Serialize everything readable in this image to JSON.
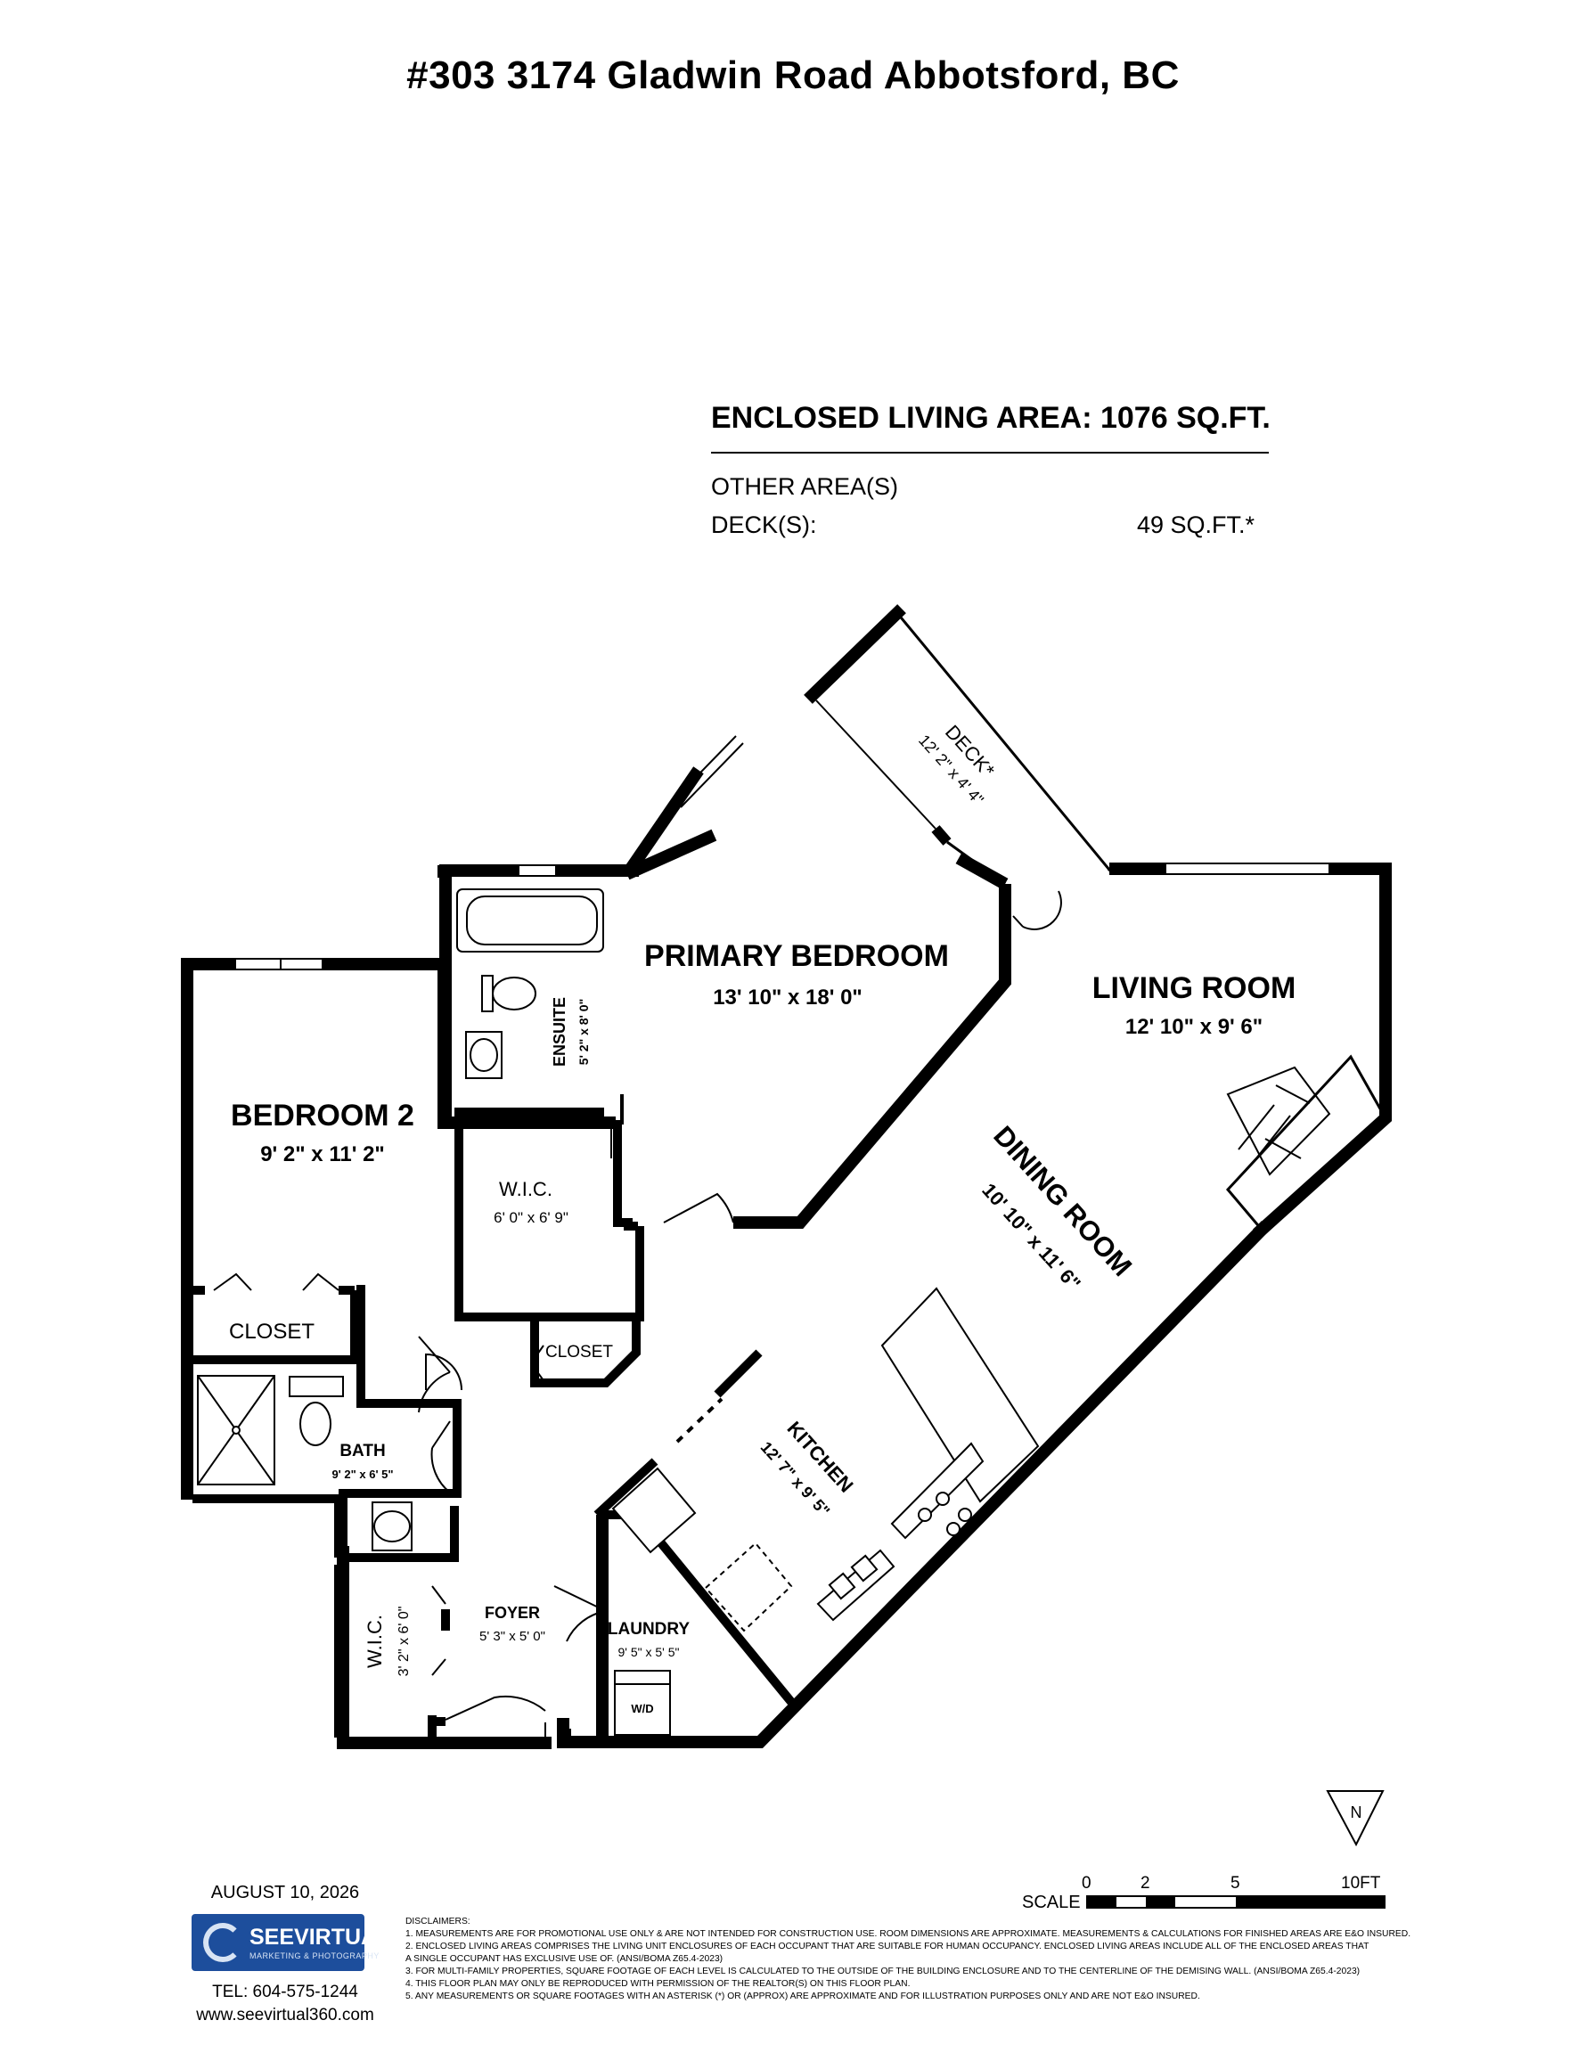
{
  "title": "#303 3174 Gladwin Road Abbotsford, BC",
  "areas": {
    "enclosed": "ENCLOSED LIVING AREA: 1076 SQ.FT.",
    "other_heading": "OTHER AREA(S)",
    "deck_label": "DECK(S):",
    "deck_value": "49 SQ.FT.*"
  },
  "rooms": {
    "primary_bedroom": {
      "name": "PRIMARY BEDROOM",
      "dims": "13' 10\" x 18' 0\""
    },
    "living_room": {
      "name": "LIVING ROOM",
      "dims": "12' 10\" x 9' 6\""
    },
    "bedroom2": {
      "name": "BEDROOM 2",
      "dims": "9' 2\" x 11' 2\""
    },
    "dining_room": {
      "name": "DINING ROOM",
      "dims": "10' 10\" x 11' 6\""
    },
    "kitchen": {
      "name": "KITCHEN",
      "dims": "12' 7\" x 9' 5\""
    },
    "ensuite": {
      "name": "ENSUITE",
      "dims": "5' 2\" x 8' 0\""
    },
    "wic_primary": {
      "name": "W.I.C.",
      "dims": "6' 0\" x 6' 9\""
    },
    "wic_foyer": {
      "name": "W.I.C.",
      "dims": "3' 2\" x 6' 0\""
    },
    "closet_bedroom2": {
      "name": "CLOSET"
    },
    "closet_hall": {
      "name": "CLOSET"
    },
    "bath": {
      "name": "BATH",
      "dims": "9' 2\" x 6' 5\""
    },
    "foyer": {
      "name": "FOYER",
      "dims": "5' 3\" x 5' 0\""
    },
    "laundry": {
      "name": "LAUNDRY",
      "dims": "9' 5\" x 5' 5\""
    },
    "deck": {
      "name": "DECK*",
      "dims": "12' 2\" x 4' 4\""
    },
    "washer_dryer": "W/D"
  },
  "north_label": "N",
  "scale": {
    "label": "SCALE",
    "ticks": [
      "0",
      "2",
      "5",
      "10FT"
    ]
  },
  "footer": {
    "date": "AUGUST 10, 2026",
    "logo_name": "SEEVIRTUAL",
    "logo_sub": "MARKETING & PHOTOGRAPHY",
    "tel": "TEL: 604-575-1244",
    "website": "www.seevirtual360.com"
  },
  "disclaimers": {
    "heading": "DISCLAIMERS:",
    "lines": [
      "1. MEASUREMENTS ARE FOR PROMOTIONAL USE ONLY & ARE NOT INTENDED FOR CONSTRUCTION USE. ROOM DIMENSIONS ARE APPROXIMATE. MEASUREMENTS & CALCULATIONS FOR FINISHED AREAS ARE E&O INSURED.",
      "2. ENCLOSED LIVING AREAS COMPRISES THE LIVING UNIT ENCLOSURES OF EACH OCCUPANT THAT ARE SUITABLE FOR HUMAN OCCUPANCY. ENCLOSED LIVING AREAS INCLUDE ALL OF THE ENCLOSED AREAS THAT",
      "A SINGLE OCCUPANT HAS EXCLUSIVE USE OF. (ANSI/BOMA Z65.4-2023)",
      "3. FOR MULTI-FAMILY PROPERTIES, SQUARE FOOTAGE OF EACH LEVEL IS CALCULATED TO THE OUTSIDE OF THE BUILDING ENCLOSURE AND TO THE CENTERLINE OF THE DEMISING WALL. (ANSI/BOMA Z65.4-2023)",
      "4. THIS FLOOR PLAN MAY ONLY BE REPRODUCED WITH PERMISSION OF THE REALTOR(S) ON THIS FLOOR PLAN.",
      "5. ANY MEASUREMENTS OR SQUARE FOOTAGES WITH AN ASTERISK (*) OR (APPROX) ARE APPROXIMATE AND FOR ILLUSTRATION PURPOSES ONLY AND ARE NOT E&O INSURED."
    ]
  }
}
